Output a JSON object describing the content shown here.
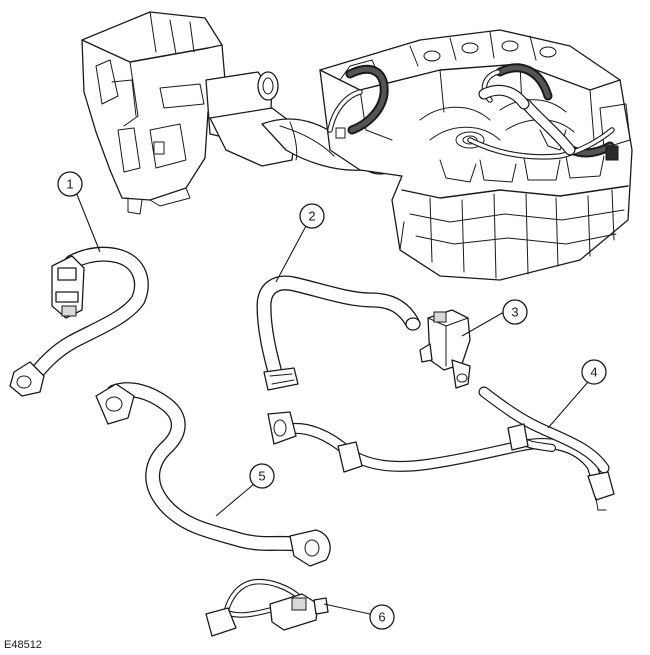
{
  "figure": {
    "reference_code": "E48512",
    "callouts": [
      "1",
      "2",
      "3",
      "4",
      "5",
      "6"
    ]
  }
}
